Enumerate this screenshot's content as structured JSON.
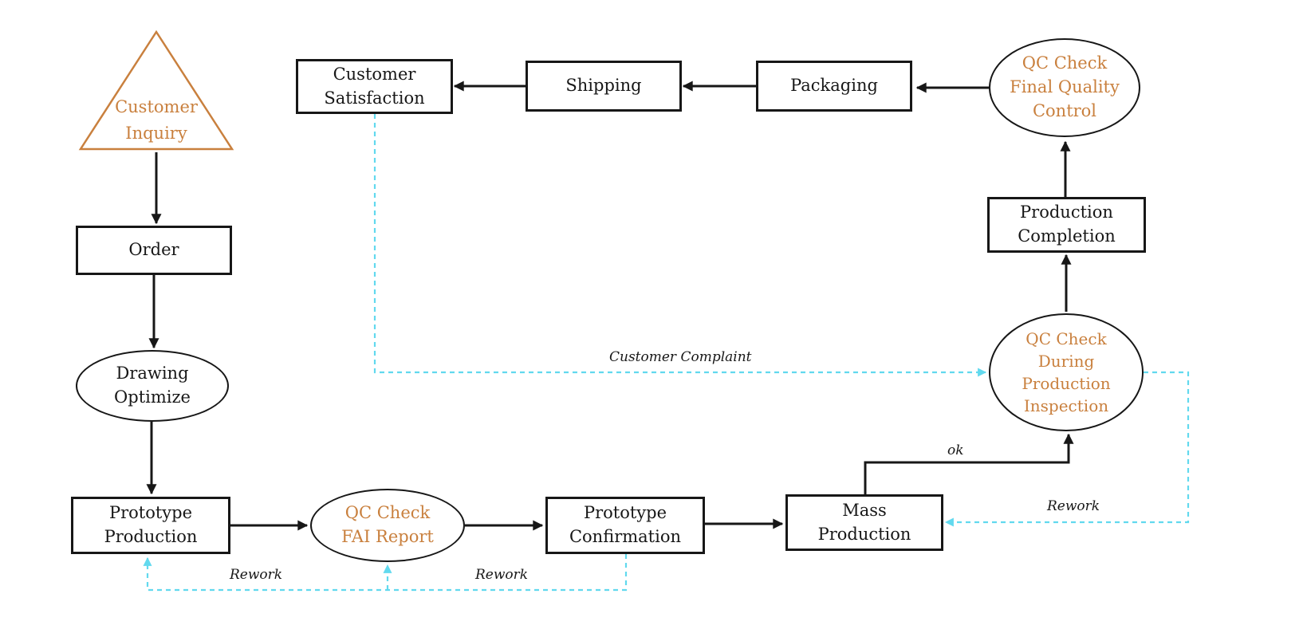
{
  "diagram": {
    "colors": {
      "node_border": "#171717",
      "text": "#171717",
      "accent_orange": "#c9803e",
      "feedback_cyan": "#62d9ee",
      "background": "#ffffff"
    },
    "nodes": {
      "customer_inquiry": {
        "label": "Customer\nInquiry",
        "shape": "triangle"
      },
      "order": {
        "label": "Order",
        "shape": "rect"
      },
      "drawing_optimize": {
        "label": "Drawing\nOptimize",
        "shape": "ellipse"
      },
      "prototype_production": {
        "label": "Prototype\nProduction",
        "shape": "rect"
      },
      "qc_fai": {
        "label": "QC Check\nFAI Report",
        "shape": "ellipse"
      },
      "prototype_confirmation": {
        "label": "Prototype\nConfirmation",
        "shape": "rect"
      },
      "mass_production": {
        "label": "Mass\nProduction",
        "shape": "rect"
      },
      "qc_during": {
        "label": "QC Check\nDuring\nProduction\nInspection",
        "shape": "ellipse"
      },
      "production_completion": {
        "label": "Production\nCompletion",
        "shape": "rect"
      },
      "qc_final": {
        "label": "QC Check\nFinal Quality\nControl",
        "shape": "ellipse"
      },
      "packaging": {
        "label": "Packaging",
        "shape": "rect"
      },
      "shipping": {
        "label": "Shipping",
        "shape": "rect"
      },
      "customer_satisfaction": {
        "label": "Customer\nSatisfaction",
        "shape": "rect"
      }
    },
    "edge_labels": {
      "customer_complaint": "Customer Complaint",
      "ok": "ok",
      "rework_mass": "Rework",
      "rework_prototype": "Rework",
      "rework_fai": "Rework"
    }
  }
}
